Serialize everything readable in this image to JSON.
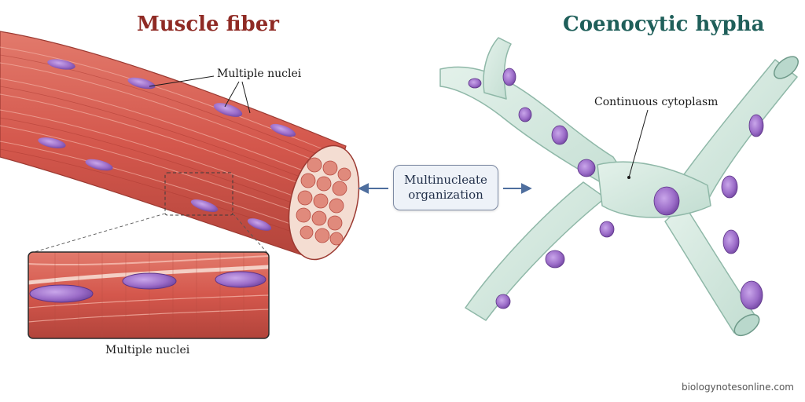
{
  "colors": {
    "muscle": "#d4574c",
    "muscle_dark": "#a8352e",
    "muscle_light": "#ef9a8c",
    "nucleus": "#9b6cc8",
    "nucleus_dark": "#6a3f9a",
    "hypha": "#cfe6dc",
    "hypha_edge": "#8fb8a8",
    "title_left": "#8f2a24",
    "title_right": "#1f5f5a",
    "arrow": "#4e6e9e"
  },
  "left_panel": {
    "title": "Muscle fiber",
    "nuclei_label": "Multiple nuclei",
    "inset_label": "Multiple nuclei"
  },
  "center": {
    "line1": "Multinucleate",
    "line2": "organization"
  },
  "right_panel": {
    "title": "Coenocytic hypha",
    "cytoplasm_label": "Continuous cytoplasm"
  },
  "watermark": "biologynotesonline.com"
}
